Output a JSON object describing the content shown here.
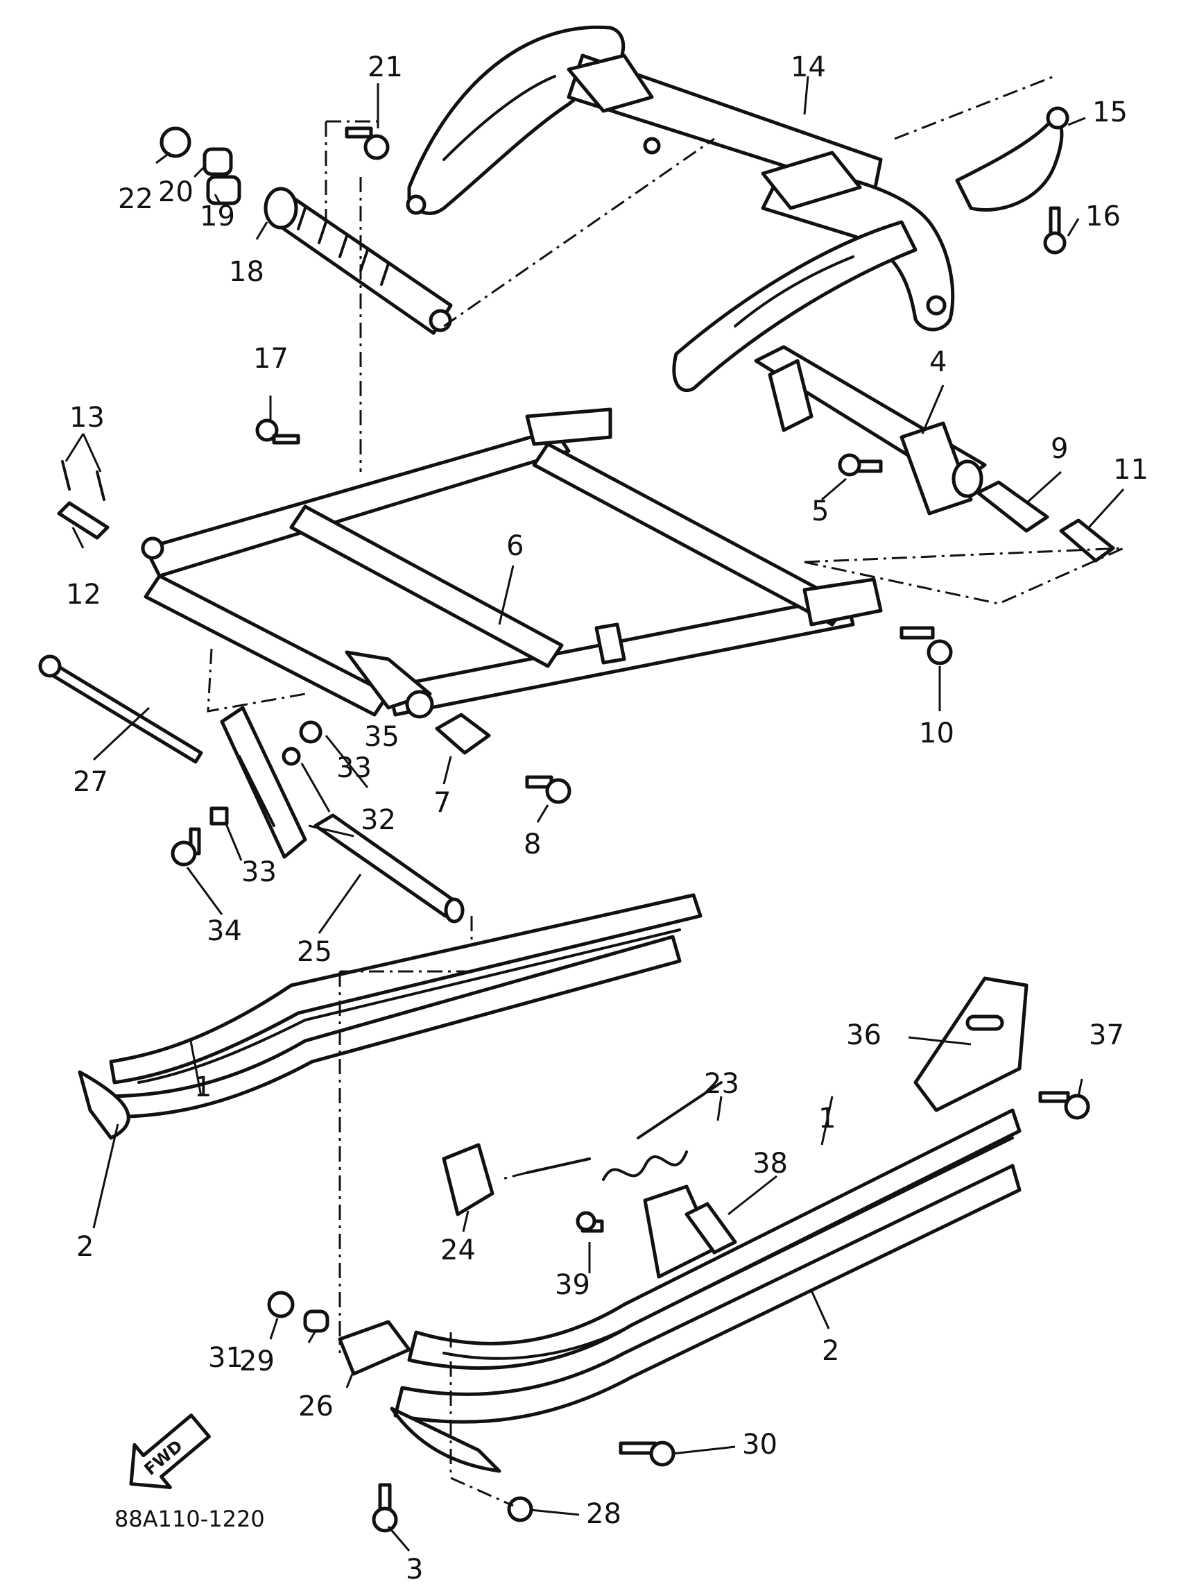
{
  "diagram_code": "88A110-1220",
  "fwd_label": "FWD",
  "callouts": {
    "c1a": "1",
    "c1b": "1",
    "c2a": "2",
    "c2b": "2",
    "c3": "3",
    "c4": "4",
    "c5": "5",
    "c6": "6",
    "c7": "7",
    "c8": "8",
    "c9": "9",
    "c10": "10",
    "c11": "11",
    "c12": "12",
    "c13": "13",
    "c14": "14",
    "c15": "15",
    "c16": "16",
    "c17": "17",
    "c18": "18",
    "c19": "19",
    "c20": "20",
    "c21": "21",
    "c22": "22",
    "c23": "23",
    "c24": "24",
    "c25": "25",
    "c26": "26",
    "c27": "27",
    "c28": "28",
    "c29": "29",
    "c30": "30",
    "c31": "31",
    "c32": "32",
    "c33a": "33",
    "c33b": "33",
    "c34": "34",
    "c35": "35",
    "c36": "36",
    "c37": "37",
    "c38": "38",
    "c39": "39"
  }
}
